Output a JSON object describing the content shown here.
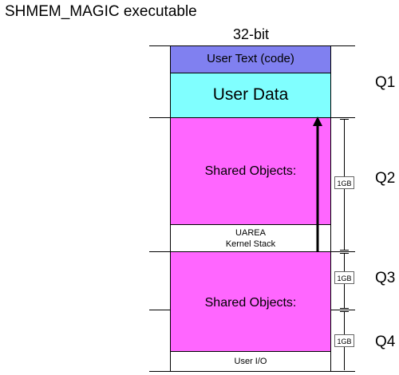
{
  "title": "SHMEM_MAGIC executable",
  "column_header": "32-bit",
  "segments": {
    "user_text": "User Text (code)",
    "user_data": "User Data",
    "shared_objects_upper": "Shared Objects:",
    "uarea_line1": "UAREA",
    "uarea_line2": "Kernel Stack",
    "shared_objects_lower": "Shared Objects:",
    "user_io": "User I/O"
  },
  "quadrants": [
    "Q1",
    "Q2",
    "Q3",
    "Q4"
  ],
  "size_labels": [
    "1GB",
    "1GB",
    "1GB"
  ],
  "colors": {
    "user_text": "#8080f0",
    "user_data": "#80ffff",
    "shared_objects": "#ff66ff"
  }
}
